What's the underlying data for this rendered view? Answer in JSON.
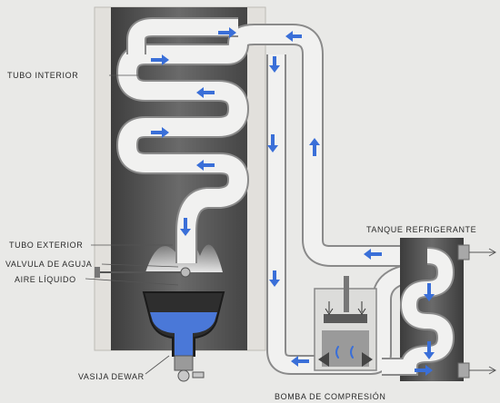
{
  "labels": {
    "tubo_interior": "TUBO INTERIOR",
    "tubo_exterior": "TUBO EXTERIOR",
    "valvula_aguja": "VALVULA DE AGUJA",
    "aire_liquido": "AIRE LÍQUIDO",
    "vasija_dewar": "VASIJA DEWAR",
    "tanque_refrigerante": "TANQUE REFRIGERANTE",
    "bomba_compresion": "BOMBA DE COMPRESIÓN"
  },
  "colors": {
    "arrow_blue": "#3a6fd8",
    "liquid_air": "#4a78d8",
    "chamber_dark": "#5a5a5a",
    "tube_fill": "#f1f1f0",
    "tube_edge": "#8a8a8a",
    "background": "#e9e9e7"
  }
}
